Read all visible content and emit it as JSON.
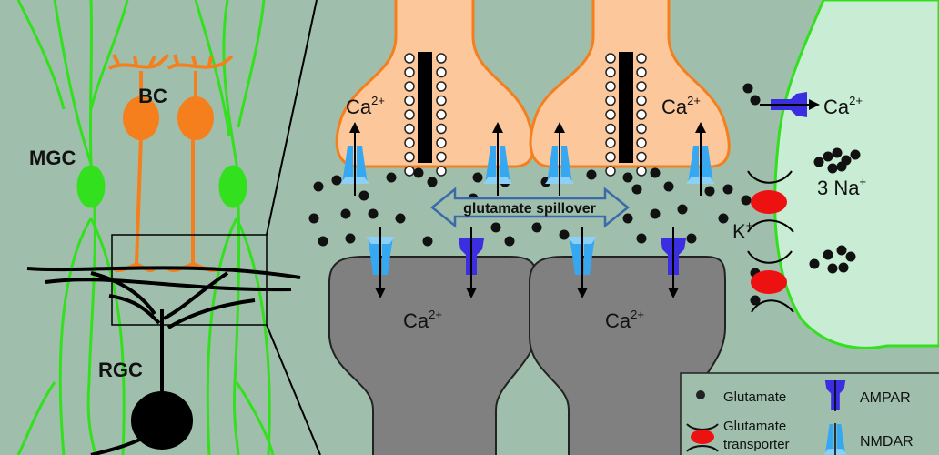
{
  "left_panel": {
    "labels": {
      "bc": "BC",
      "mgc": "MGC",
      "rgc": "RGC"
    }
  },
  "right_panel": {
    "ca_label": "Ca",
    "ca_sup": "2+",
    "spillover_label": "glutamate spillover",
    "na_label": "3 Na",
    "na_sup": "+",
    "k_label": "K",
    "k_sup": "+"
  },
  "legend": {
    "glutamate": "Glutamate",
    "transporter_line1": "Glutamate",
    "transporter_line2": "transporter",
    "ampar": "AMPAR",
    "nmdar": "NMDAR"
  },
  "colors": {
    "background": "#9fbfac",
    "presynaptic": "#fcc79a",
    "presynaptic_border": "#f57f1c",
    "postsynaptic": "#808080",
    "glia": "#c8ecd4",
    "glia_border": "#33e01e",
    "nmdar": "#36a8f2",
    "ampar": "#3a2ee0",
    "transporter": "#ee1111"
  }
}
